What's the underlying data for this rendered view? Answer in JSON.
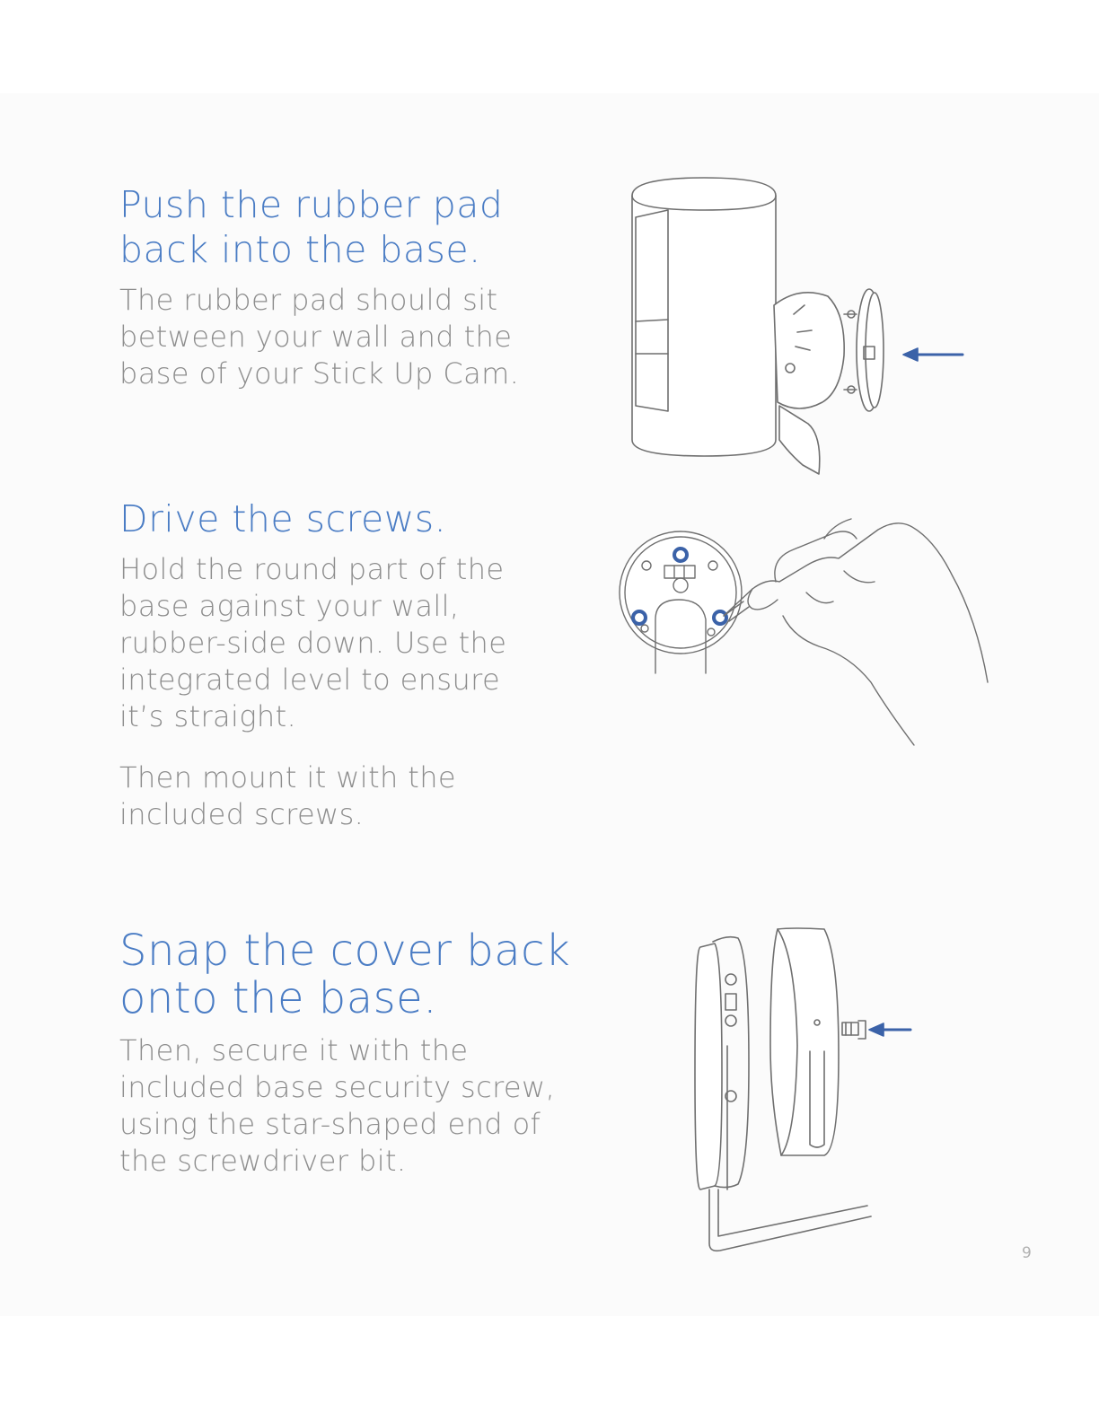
{
  "steps": [
    {
      "title_line1": "Push the rubber pad",
      "title_line2": "back into the base.",
      "body": "The rubber pad should sit\nbetween your wall and the\nbase of your Stick Up Cam."
    },
    {
      "title": "Drive the screws.",
      "body1": "Hold the round part of the\nbase against your wall,\nrubber-side down. Use the\nintegrated level to ensure\nit’s straight.",
      "body2": "Then mount it with the\nincluded screws."
    },
    {
      "title_line1": "Snap the cover back",
      "title_line2": "onto the base.",
      "body": "Then, secure it with the\nincluded base security screw,\nusing the star-shaped end of\nthe screwdriver bit."
    }
  ],
  "page_number": "9",
  "colors": {
    "heading": "#4a7cc4",
    "body": "#8d8d8d",
    "line_art": "#6f6f6f",
    "accent": "#3b62a8"
  }
}
